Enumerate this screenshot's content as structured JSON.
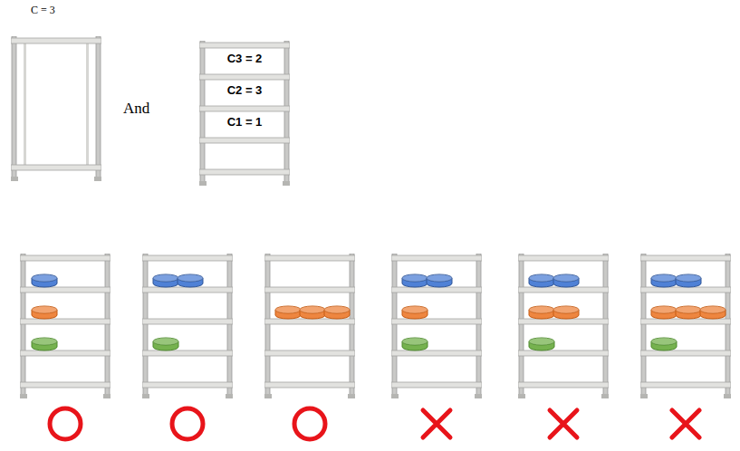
{
  "diagram": {
    "labels": [
      "C = 3",
      "And",
      "C3 = 2",
      "C2 = 3",
      "C1 = 1"
    ]
  }
}
